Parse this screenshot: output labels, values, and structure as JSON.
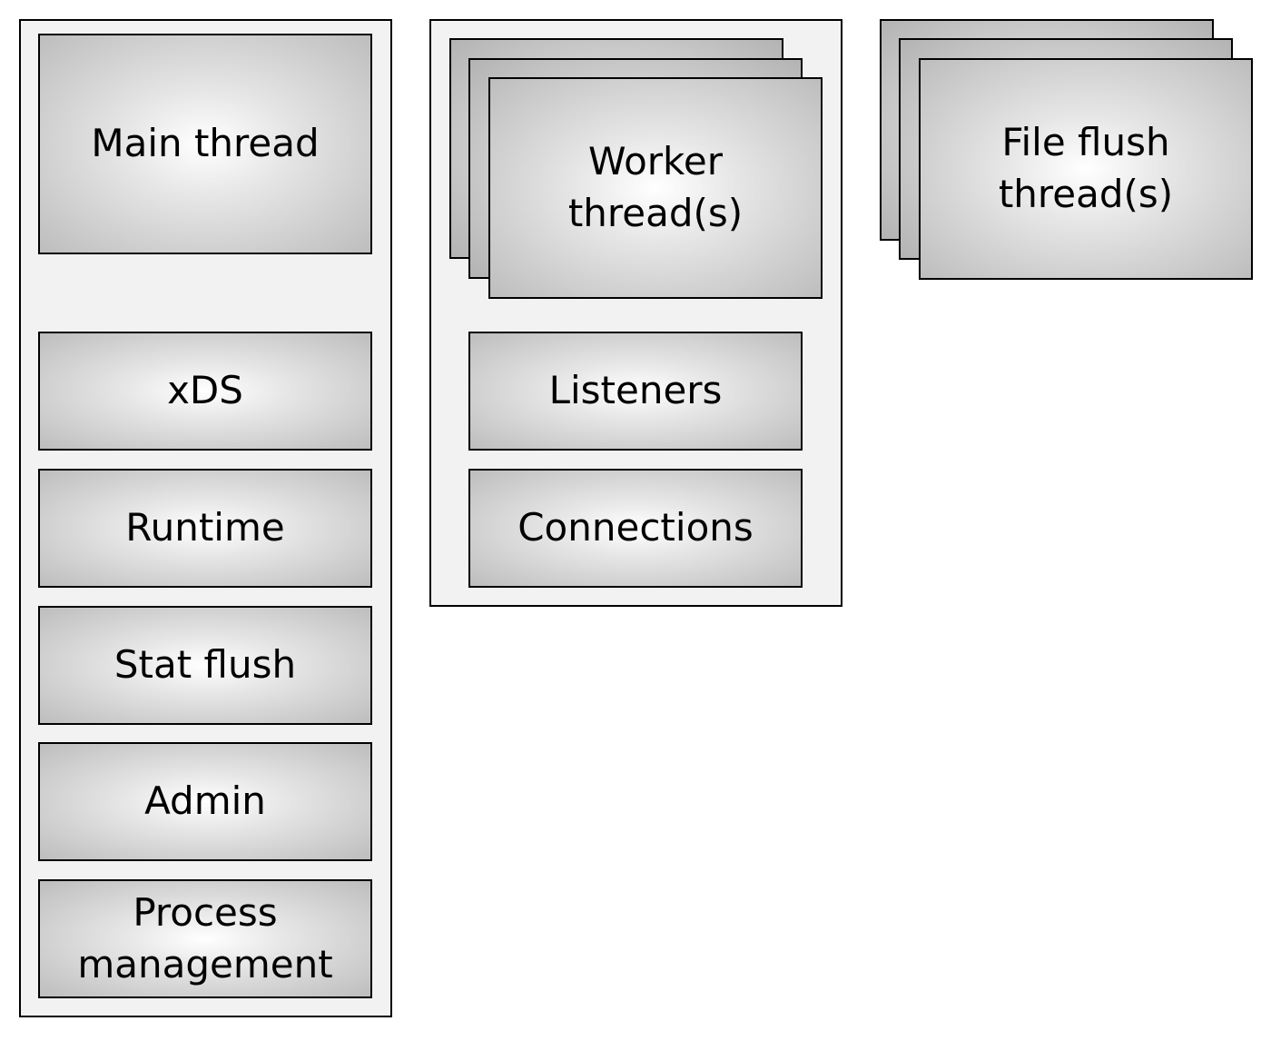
{
  "left_group": {
    "main_thread": "Main thread",
    "items": [
      "xDS",
      "Runtime",
      "Stat flush",
      "Admin",
      "Process\nmanagement"
    ]
  },
  "middle_group": {
    "worker_threads": "Worker\nthread(s)",
    "items": [
      "Listeners",
      "Connections"
    ]
  },
  "right_group": {
    "file_flush_threads": "File flush\nthread(s)"
  }
}
